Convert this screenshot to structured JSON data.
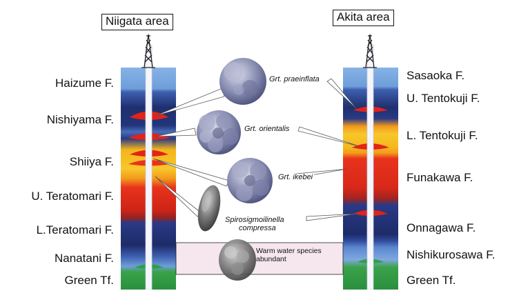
{
  "areas": {
    "left_title": "Niigata area",
    "right_title": "Akita area"
  },
  "left_formations": [
    "Haizume F.",
    "Nishiyama F.",
    "Shiiya F.",
    "U. Teratomari F.",
    "L.Teratomari F.",
    "Nanatani F.",
    "Green Tf."
  ],
  "right_formations": [
    "Sasaoka F.",
    "U. Tentokuji F.",
    "L. Tentokuji F.",
    "Funakawa F.",
    "Onnagawa F.",
    "Nishikurosawa F.",
    "Green Tf."
  ],
  "species": {
    "praeinflata": "Grt. praeinflata",
    "orientalis": "Grt. orientalis",
    "ikebei": "Grt. ikebei",
    "spiro_line1": "Spirosigmoilinella",
    "spiro_line2": "compressa",
    "warm_line1": "Warm water species",
    "warm_line2": "abundant"
  },
  "colors": {
    "light_blue": "#7fa6dd",
    "mid_blue": "#3f67b6",
    "dark_blue": "#1f2f6e",
    "navy": "#1b2a66",
    "yellow": "#f5c21e",
    "orange": "#f39a1c",
    "red": "#e32219",
    "deep_red": "#b51a12",
    "green": "#2fa046",
    "well": "#f4f6fb"
  }
}
